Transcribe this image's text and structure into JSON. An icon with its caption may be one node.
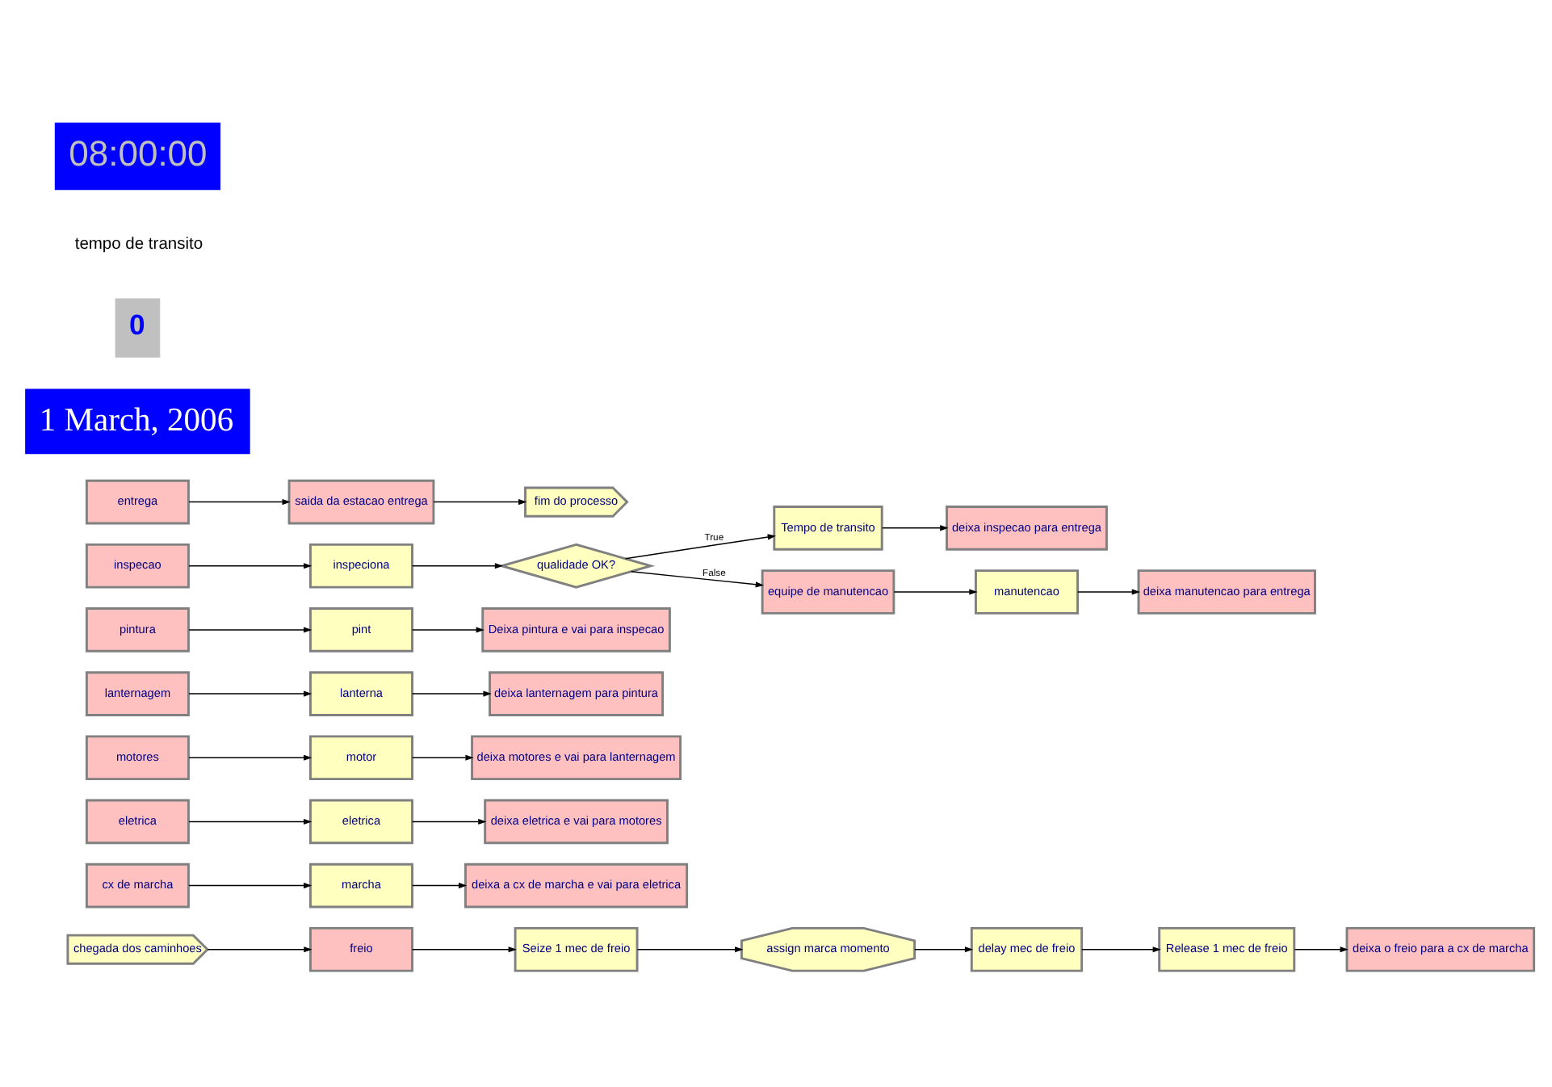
{
  "diagram": {
    "nodes": [
      {
        "text": [
          "chegada dos caminhoes"
        ]
      },
      {
        "text": [
          "freio"
        ]
      },
      {
        "text": [
          "Seize 1 mec de freio"
        ]
      },
      {
        "text": [
          "assign marca momento"
        ]
      },
      {
        "text": [
          "delay mec de freio"
        ]
      },
      {
        "text": [
          "Release 1 mec de freio"
        ]
      },
      {
        "text": [
          "deixa o freio para a cx de marcha"
        ]
      },
      {
        "text": [
          "cx de marcha"
        ]
      },
      {
        "text": [
          "marcha"
        ]
      },
      {
        "text": [
          "deixa a cx de marcha e vai para eletrica"
        ]
      },
      {
        "text": [
          "eletrica"
        ]
      },
      {
        "text": [
          "eletrica"
        ]
      },
      {
        "text": [
          "deixa eletrica e vai para motores"
        ]
      },
      {
        "text": [
          "motores"
        ]
      },
      {
        "text": [
          "motor"
        ]
      },
      {
        "text": [
          "deixa motores e vai para lanternagem"
        ]
      },
      {
        "text": [
          "lanternagem"
        ]
      },
      {
        "text": [
          "lanterna"
        ]
      },
      {
        "text": [
          "deixa lanternagem para pintura"
        ]
      },
      {
        "text": [
          "pintura"
        ]
      },
      {
        "text": [
          "pint"
        ]
      },
      {
        "text": [
          "Deixa pintura e vai para inspecao"
        ]
      },
      {
        "text": [
          "inspecao"
        ]
      },
      {
        "text": [
          "inspeciona"
        ]
      },
      {
        "text": [
          "qualidade OK?"
        ]
      },
      {
        "text": [
          "Tempo de transito"
        ]
      },
      {
        "text": [
          "deixa inspecao para entrega"
        ]
      },
      {
        "text": [
          "equipe de manutencao"
        ]
      },
      {
        "text": [
          "manutencao"
        ]
      },
      {
        "text": [
          "deixa manutencao para entrega"
        ]
      },
      {
        "text": [
          "entrega"
        ]
      },
      {
        "text": [
          "saida da estacao entrega"
        ]
      },
      {
        "text": [
          "fim do processo"
        ]
      }
    ],
    "edges": [
      {
        "from": 0,
        "to": 1,
        "arrow": "to"
      },
      {
        "from": 1,
        "to": 2,
        "arrow": "to"
      },
      {
        "from": 2,
        "to": 3,
        "arrow": "to"
      },
      {
        "from": 3,
        "to": 4,
        "arrow": "to"
      },
      {
        "from": 4,
        "to": 5,
        "arrow": "to"
      },
      {
        "from": 5,
        "to": 6,
        "arrow": "to"
      },
      {
        "from": 7,
        "to": 8,
        "arrow": "to"
      },
      {
        "from": 8,
        "to": 9,
        "arrow": "to"
      },
      {
        "from": 10,
        "to": 11,
        "arrow": "to"
      },
      {
        "from": 11,
        "to": 12,
        "arrow": "to"
      },
      {
        "from": 13,
        "to": 14,
        "arrow": "to"
      },
      {
        "from": 14,
        "to": 15,
        "arrow": "to"
      },
      {
        "from": 16,
        "to": 17,
        "arrow": "to"
      },
      {
        "from": 17,
        "to": 18,
        "arrow": "to"
      },
      {
        "from": 19,
        "to": 20,
        "arrow": "to"
      },
      {
        "from": 20,
        "to": 21,
        "arrow": "to"
      },
      {
        "from": 22,
        "to": 23,
        "arrow": "to"
      },
      {
        "from": 23,
        "to": 24,
        "arrow": "to"
      },
      {
        "from": 24,
        "to": 25,
        "arrow": "to",
        "label": "True"
      },
      {
        "from": 25,
        "to": 26,
        "arrow": "to"
      },
      {
        "from": 24,
        "to": 27,
        "arrow": "to",
        "label": "False"
      },
      {
        "from": 27,
        "to": 28,
        "arrow": "to"
      },
      {
        "from": 28,
        "to": 29,
        "arrow": "to"
      },
      {
        "from": 30,
        "to": 31,
        "arrow": "to"
      },
      {
        "from": 31,
        "to": 32,
        "arrow": "to"
      }
    ],
    "labels": [
      "1 March, 2006",
      "0",
      "tempo de transito",
      "08:00:00"
    ]
  }
}
